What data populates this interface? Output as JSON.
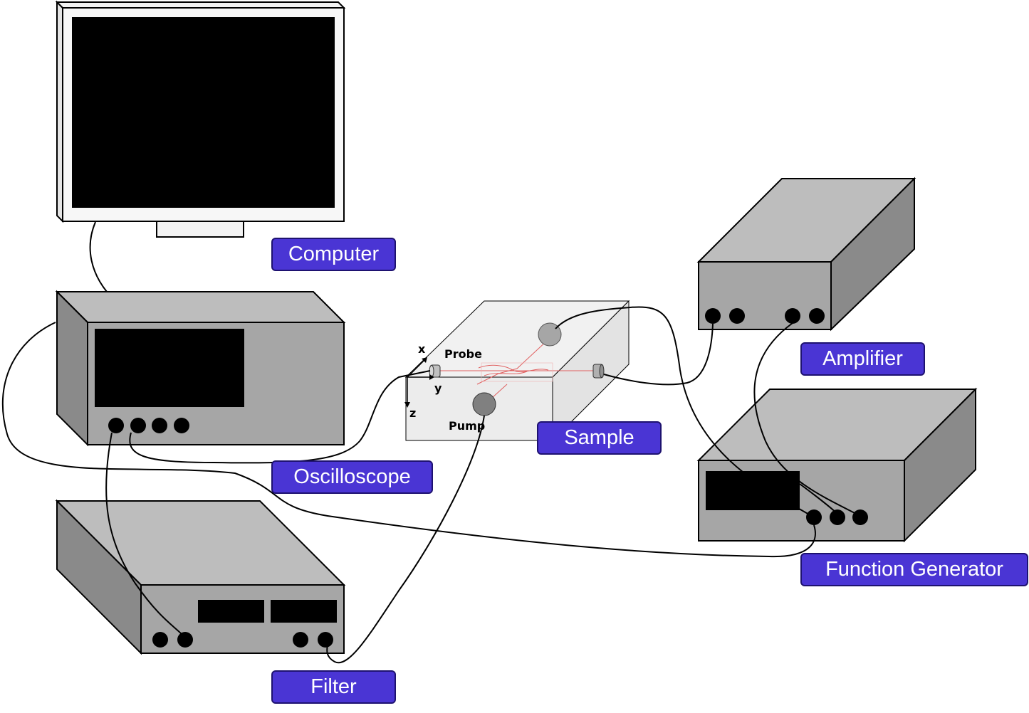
{
  "labels": {
    "computer": "Computer",
    "oscilloscope": "Oscilloscope",
    "sample": "Sample",
    "amplifier": "Amplifier",
    "function_generator": "Function Generator",
    "filter": "Filter"
  },
  "sample_annotations": {
    "probe": "Probe",
    "pump": "Pump",
    "axis_x": "x",
    "axis_y": "y",
    "axis_z": "z"
  },
  "colors": {
    "label_fill": "#4a35d4",
    "label_border": "#1e1270",
    "device_front": "#a6a6a6",
    "device_top": "#bdbdbd",
    "device_side": "#8a8a8a",
    "screen": "#000000",
    "laser": "#e06060"
  }
}
